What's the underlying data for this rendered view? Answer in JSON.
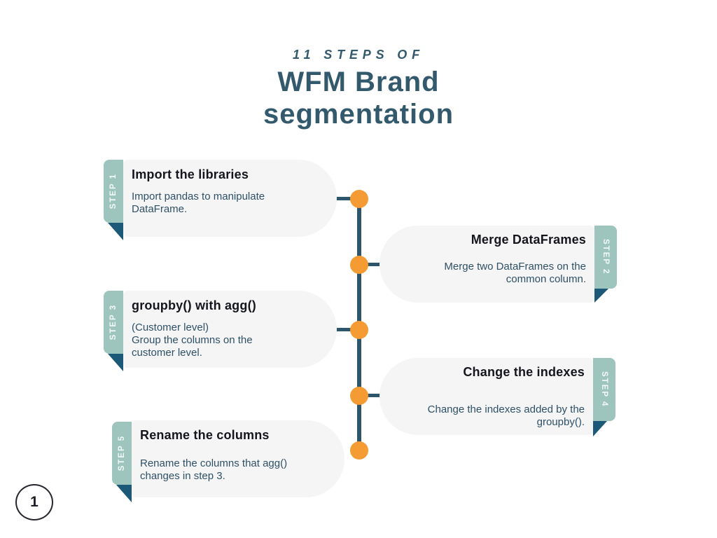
{
  "header": {
    "kicker": "11 STEPS OF",
    "title": "WFM Brand\nsegmentation"
  },
  "steps": [
    {
      "tab": "STEP 1",
      "side": "left",
      "title": "Import the libraries",
      "desc": "Import pandas to manipulate\nDataFrame."
    },
    {
      "tab": "STEP 2",
      "side": "right",
      "title": "Merge DataFrames",
      "desc": "Merge two DataFrames on the\ncommon column."
    },
    {
      "tab": "STEP 3",
      "side": "left",
      "title": "groupby() with agg()",
      "desc": "(Customer level)\nGroup the columns on the\ncustomer level."
    },
    {
      "tab": "STEP 4",
      "side": "right",
      "title": "Change the indexes",
      "desc": "Change the indexes added by the\ngroupby()."
    },
    {
      "tab": "STEP 5",
      "side": "left",
      "title": "Rename the columns",
      "desc": "Rename the columns that agg()\nchanges in step 3."
    }
  ],
  "timeline": {
    "dot_count": 5
  },
  "page": {
    "number": "1"
  },
  "colors": {
    "heading": "#33596d",
    "accent_orange": "#f49b33",
    "tab_sage": "#9dc5bd",
    "fold_navy": "#1c5877",
    "line_slate": "#2d566c",
    "card_bg": "#f5f5f6",
    "card_title_text": "#15161d",
    "card_desc_text": "#2e5065"
  }
}
